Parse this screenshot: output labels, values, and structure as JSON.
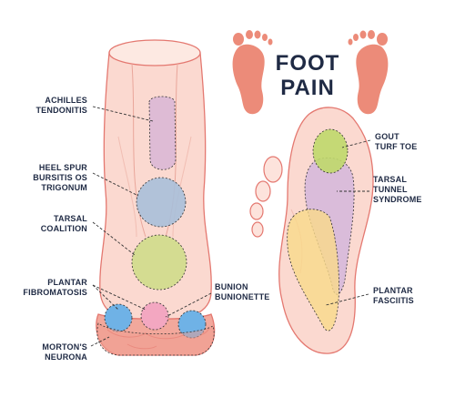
{
  "title": {
    "line1": "FOOT",
    "line2": "PAIN"
  },
  "labels": {
    "achilles": [
      "ACHILLES",
      "TENDONITIS"
    ],
    "heel_spur": [
      "HEEL SPUR",
      "BURSITIS OS",
      "TRIGONUM"
    ],
    "tarsal_coalition": [
      "TARSAL",
      "COALITION"
    ],
    "plantar_fibromatosis": [
      "PLANTAR",
      "FIBROMATOSIS"
    ],
    "mortons": [
      "MORTON'S",
      "NEURONA"
    ],
    "bunion": [
      "BUNION",
      "BUNIONETTE"
    ],
    "gout": [
      "GOUT",
      "TURF TOE"
    ],
    "tarsal_tunnel": [
      "TARSAL",
      "TUNNEL",
      "SYNDROME"
    ],
    "plantar_fasciitis": [
      "PLANTAR",
      "FASCIITIS"
    ]
  },
  "colors": {
    "skin": "#fbd9d0",
    "outline": "#e47870",
    "footprint": "#ec8b79",
    "achilles": "#d7b3d6",
    "heel_spur": "#a9bfd9",
    "tarsal_coalition": "#cfdc8a",
    "plantar_fibromatosis": "#f3a7c1",
    "mortons_blue": "#6fb2e6",
    "gout": "#bfd86a",
    "tarsal_tunnel": "#d3b6dc",
    "plantar_fasciitis": "#f9d98a"
  }
}
